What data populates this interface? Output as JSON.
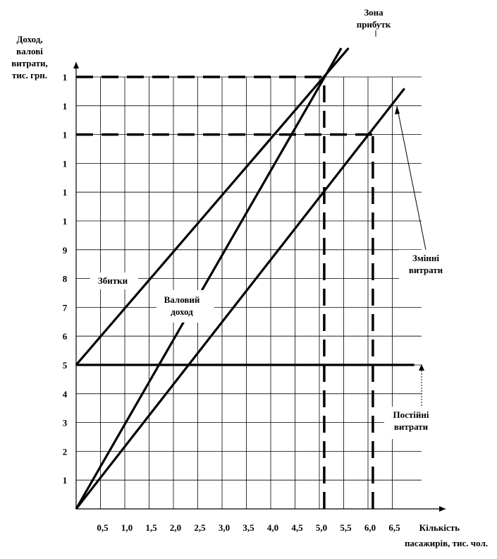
{
  "chart_data": {
    "type": "line",
    "ylabel_lines": [
      "Доход,",
      "валові",
      "витрати,",
      "тис. грн."
    ],
    "xlabel_lines": [
      "Кількість",
      "пасажирів, тис. чол."
    ],
    "x_ticks": [
      "0,5",
      "1,0",
      "1,5",
      "2,0",
      "2,5",
      "3,0",
      "3,5",
      "4,0",
      "4,5",
      "5,0",
      "5,5",
      "6,0",
      "6,5"
    ],
    "y_ticks": [
      "1",
      "2",
      "3",
      "4",
      "5",
      "6",
      "7",
      "8",
      "9",
      "1",
      "1",
      "1",
      "1",
      "1",
      "1"
    ],
    "xlim": [
      0,
      7.5
    ],
    "ylim": [
      0,
      15
    ],
    "grid": true,
    "series": [
      {
        "name": "Постійні витрати",
        "style": "solid",
        "points": [
          [
            0,
            5
          ],
          [
            6.95,
            5
          ]
        ]
      },
      {
        "name": "Змінні витрати",
        "style": "solid",
        "points": [
          [
            0,
            0
          ],
          [
            6.75,
            14.6
          ]
        ]
      },
      {
        "name": "Валові витрати",
        "style": "solid",
        "points": [
          [
            0,
            5
          ],
          [
            5.6,
            16
          ]
        ]
      },
      {
        "name": "Валовий доход",
        "style": "solid",
        "points": [
          [
            0,
            0
          ],
          [
            5.45,
            16
          ]
        ]
      }
    ],
    "reference_lines": [
      {
        "style": "dashed",
        "points": [
          [
            0,
            15
          ],
          [
            5.1,
            15
          ]
        ]
      },
      {
        "style": "dashed",
        "points": [
          [
            0,
            13
          ],
          [
            6.1,
            13
          ]
        ]
      },
      {
        "style": "dashed",
        "points": [
          [
            5.1,
            0
          ],
          [
            5.1,
            15
          ]
        ]
      },
      {
        "style": "dashed",
        "points": [
          [
            6.1,
            0
          ],
          [
            6.1,
            13
          ]
        ]
      }
    ],
    "annotations": [
      {
        "id": "loss",
        "lines": [
          "Збитки"
        ]
      },
      {
        "id": "gross-income",
        "lines": [
          "Валовий",
          "доход"
        ]
      },
      {
        "id": "profit-zone",
        "lines": [
          "Зона",
          "прибутк"
        ]
      },
      {
        "id": "variable-costs",
        "lines": [
          "Змінні",
          "витрати"
        ]
      },
      {
        "id": "fixed-costs",
        "lines": [
          "Постійні",
          "витрати"
        ]
      }
    ]
  }
}
